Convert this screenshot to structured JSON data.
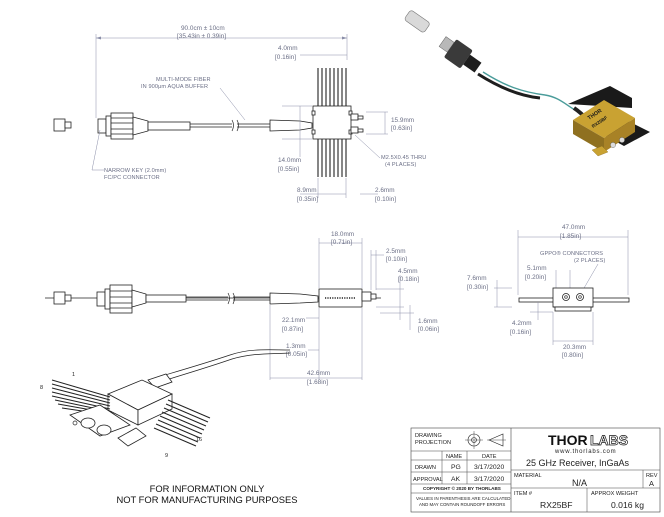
{
  "top_view": {
    "cable_length": "90.0cm ± 10cm",
    "cable_length_in": "[35.43in ± 0.39in]",
    "fiber_note_1": "MULTI-MODE FIBER",
    "fiber_note_2": "IN 900μm AQUA BUFFER",
    "connector_note_1": "NARROW KEY (2.0mm)",
    "connector_note_2": "FC/PC CONNECTOR",
    "dim_top": "4.0mm",
    "dim_top_in": "[0.16in]",
    "dim_right": "15.9mm",
    "dim_right_in": "[0.63in]",
    "dim_left": "14.0mm",
    "dim_left_in": "[0.55in]",
    "thru_note_1": "M2.5X0.45 THRU",
    "thru_note_2": "(4 PLACES)",
    "dim_bottom_a": "8.9mm",
    "dim_bottom_a_in": "[0.35in]",
    "dim_bottom_b": "2.6mm",
    "dim_bottom_b_in": "[0.10in]"
  },
  "side_view": {
    "dim_a": "18.0mm",
    "dim_a_in": "[0.71in]",
    "dim_b": "2.5mm",
    "dim_b_in": "[0.10in]",
    "dim_c": "4.5mm",
    "dim_c_in": "[0.18in]",
    "dim_d": "1.6mm",
    "dim_d_in": "[0.06in]",
    "dim_e": "22.1mm",
    "dim_e_in": "[0.87in]",
    "dim_f": "1.3mm",
    "dim_f_in": "[0.05in]",
    "dim_g": "42.6mm",
    "dim_g_in": "[1.68in]"
  },
  "end_view": {
    "dim_width": "47.0mm",
    "dim_width_in": "[1.85in]",
    "gppo_note_1": "GPPO® CONNECTORS",
    "gppo_note_2": "(2 PLACES)",
    "dim_a": "5.1mm",
    "dim_a_in": "[0.20in]",
    "dim_height": "7.6mm",
    "dim_height_in": "[0.30in]",
    "dim_b": "4.2mm",
    "dim_b_in": "[0.16in]",
    "dim_c": "20.3mm",
    "dim_c_in": "[0.80in]"
  },
  "iso_view": {
    "pin_labels": [
      "1",
      "8",
      "16",
      "9"
    ]
  },
  "render": {
    "label_1": "THOR",
    "label_2": "RX25BF"
  },
  "disclaimer": {
    "line1": "FOR INFORMATION ONLY",
    "line2": "NOT FOR MANUFACTURING PURPOSES"
  },
  "title_block": {
    "projection_label_1": "DRAWING",
    "projection_label_2": "PROJECTION",
    "col_name": "NAME",
    "col_date": "DATE",
    "row_drawn": "DRAWN",
    "row_approval": "APPROVAL",
    "drawn_name": "PG",
    "drawn_date": "3/17/2020",
    "approval_name": "AK",
    "approval_date": "3/17/2020",
    "copyright": "COPYRIGHT © 2020 BY THORLABS",
    "rounding_1": "VALUES IN PARENTHESIS ARE CALCULATED",
    "rounding_2": "AND MAY CONTAIN ROUNDOFF ERRORS",
    "logo_1": "THOR",
    "logo_2": "LABS",
    "website": "www.thorlabs.com",
    "description": "25 GHz Receiver, InGaAs",
    "material_label": "MATERIAL",
    "material_value": "N/A",
    "rev_label": "REV",
    "rev_value": "A",
    "item_label": "ITEM #",
    "item_value": "RX25BF",
    "weight_label": "APPROX WEIGHT",
    "weight_value": "0.016 kg"
  }
}
